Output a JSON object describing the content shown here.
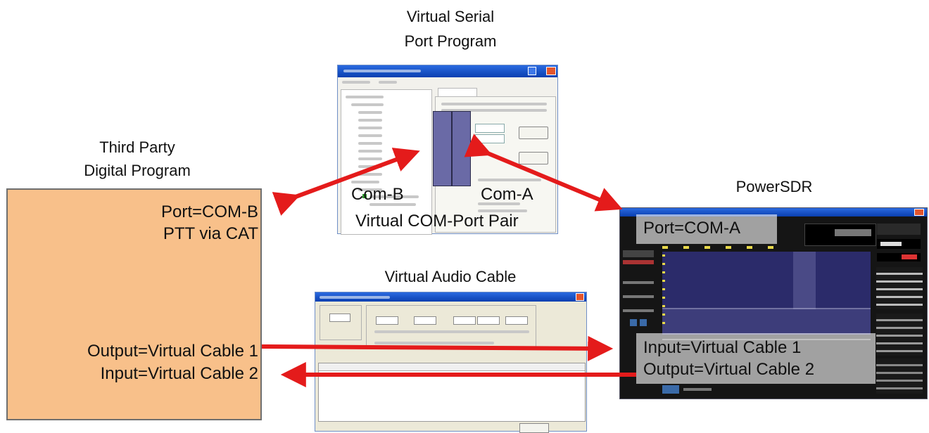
{
  "labels": {
    "serial_title_1": "Virtual Serial",
    "serial_title_2": "Port Program",
    "third_party_1": "Third Party",
    "third_party_2": "Digital Program",
    "powersdr": "PowerSDR",
    "vac_title": "Virtual Audio Cable"
  },
  "third_party_box": {
    "port": "Port=COM-B",
    "ptt": "PTT via CAT",
    "output": "Output=Virtual Cable 1",
    "input": "Input=Virtual Cable 2"
  },
  "serial_program": {
    "com_b": "Com-B",
    "com_a": "Com-A",
    "pair_label": "Virtual COM-Port Pair"
  },
  "powersdr_box": {
    "port": "Port=COM-A",
    "input": "Input=Virtual Cable 1",
    "output": "Output=Virtual Cable 2"
  },
  "colors": {
    "box_fill": "#f8c08a",
    "box_border": "#6f6f6f",
    "arrow": "#e41b1b",
    "com_pair_fill": "#6a6aa6",
    "sdr_bg": "#151515",
    "spectrum_bg": "#2b2b6a"
  }
}
